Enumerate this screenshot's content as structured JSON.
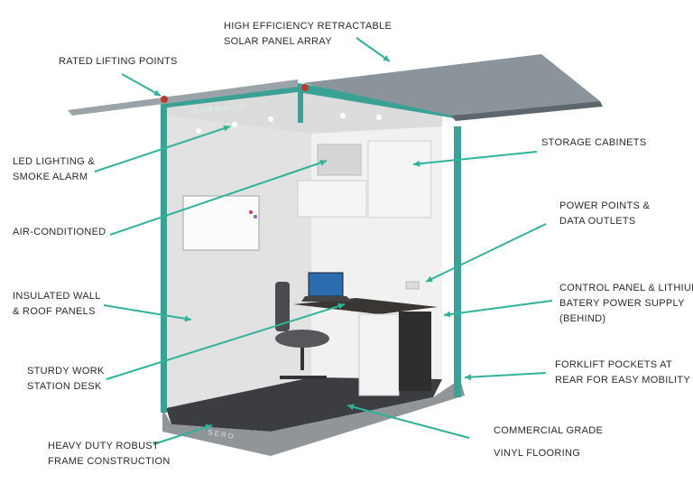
{
  "diagram": {
    "brand_top": "ENERHUB",
    "brand_bottom": "SERO",
    "colors": {
      "frame_teal": "#3aa295",
      "leader_line": "#2fb39a",
      "text": "#2b2b2b",
      "solar_panel": "#8a949a",
      "floor": "#3c3d40",
      "wall": "#ececec"
    },
    "callouts": [
      {
        "id": "solar",
        "lines": [
          "HIGH EFFICIENCY RETRACTABLE",
          "SOLAR PANEL ARRAY"
        ]
      },
      {
        "id": "lifting",
        "lines": [
          "RATED LIFTING POINTS"
        ]
      },
      {
        "id": "led",
        "lines": [
          "LED LIGHTING &",
          "SMOKE ALARM"
        ]
      },
      {
        "id": "storage",
        "lines": [
          "STORAGE CABINETS"
        ]
      },
      {
        "id": "aircon",
        "lines": [
          "AIR-CONDITIONED"
        ]
      },
      {
        "id": "power",
        "lines": [
          "POWER POINTS &",
          "DATA OUTLETS"
        ]
      },
      {
        "id": "insulated",
        "lines": [
          "INSULATED WALL",
          "& ROOF PANELS"
        ]
      },
      {
        "id": "control",
        "lines": [
          "CONTROL PANEL & LITHIUM",
          "BATERY POWER SUPPLY",
          "(BEHIND)"
        ]
      },
      {
        "id": "desk",
        "lines": [
          "STURDY WORK",
          "STATION DESK"
        ]
      },
      {
        "id": "forklift",
        "lines": [
          "FORKLIFT POCKETS AT",
          "REAR FOR EASY MOBILITY"
        ]
      },
      {
        "id": "flooring",
        "lines": [
          "COMMERCIAL GRADE",
          "VINYL FLOORING"
        ]
      },
      {
        "id": "frame",
        "lines": [
          "HEAVY DUTY ROBUST",
          "FRAME CONSTRUCTION"
        ]
      }
    ]
  }
}
